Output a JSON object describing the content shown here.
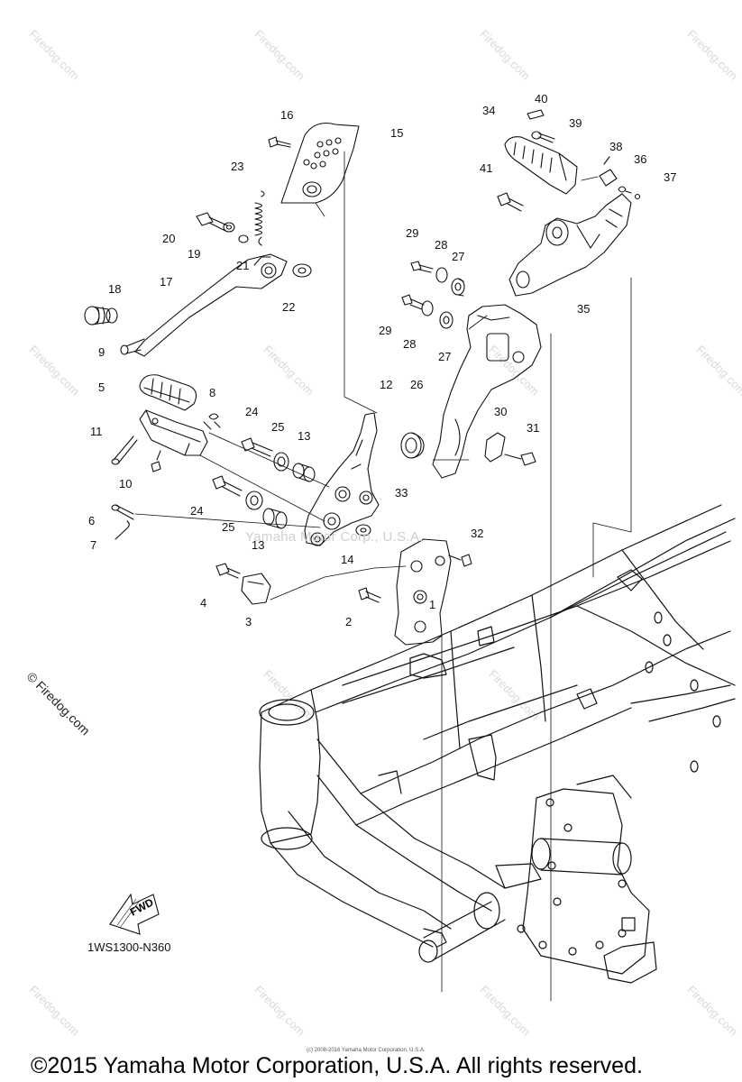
{
  "watermark_text": "Firedog.com",
  "watermark_mark": "© Firedog.com",
  "center_watermark": "Yamaha Motor Corp., U.S.A.",
  "fwd_arrow_label": "FWD",
  "diagram_code": "1WS1300-N360",
  "fine_print": "(c) 2008-2016 Yamaha Motor Corporation, U.S.A.",
  "copyright": "©2015 Yamaha Motor Corporation, U.S.A. All rights reserved.",
  "callouts": [
    "1",
    "2",
    "3",
    "4",
    "5",
    "6",
    "7",
    "8",
    "9",
    "10",
    "11",
    "12",
    "13",
    "13",
    "14",
    "15",
    "16",
    "17",
    "18",
    "19",
    "20",
    "21",
    "22",
    "23",
    "24",
    "24",
    "25",
    "25",
    "26",
    "27",
    "27",
    "28",
    "28",
    "29",
    "29",
    "30",
    "31",
    "32",
    "33",
    "34",
    "35",
    "36",
    "37",
    "38",
    "39",
    "40",
    "41"
  ]
}
